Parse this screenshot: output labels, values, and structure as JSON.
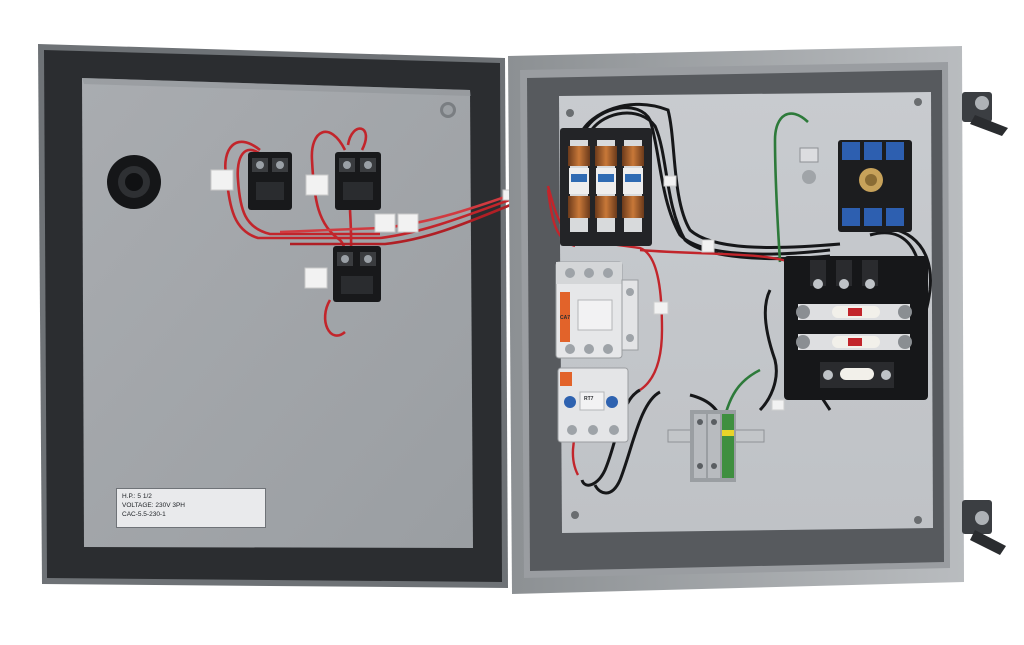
{
  "nameplate": {
    "hp_line": "H.P.: 5 1/2",
    "voltage_line": "VOLTAGE: 230V 3PH",
    "model_line": "CAC-5.5-230-1"
  },
  "contactor_marking": "CA7",
  "overload_marking": "RT7"
}
